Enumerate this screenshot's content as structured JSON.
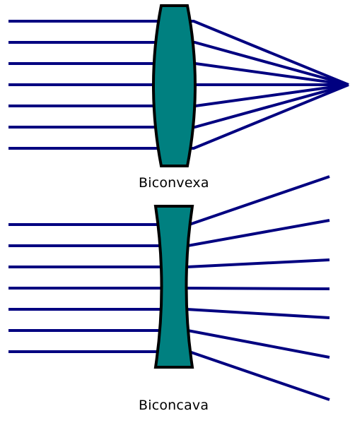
{
  "labels": {
    "convex": "Biconvexa",
    "concave": "Biconcava"
  },
  "colors": {
    "ray": "#000080",
    "lens_fill": "#008080",
    "lens_outline": "#000000",
    "background": "#ffffff"
  },
  "lenses": [
    {
      "type": "biconvex",
      "incoming_rays": 7,
      "behavior": "converging"
    },
    {
      "type": "biconcave",
      "incoming_rays": 7,
      "behavior": "diverging"
    }
  ]
}
